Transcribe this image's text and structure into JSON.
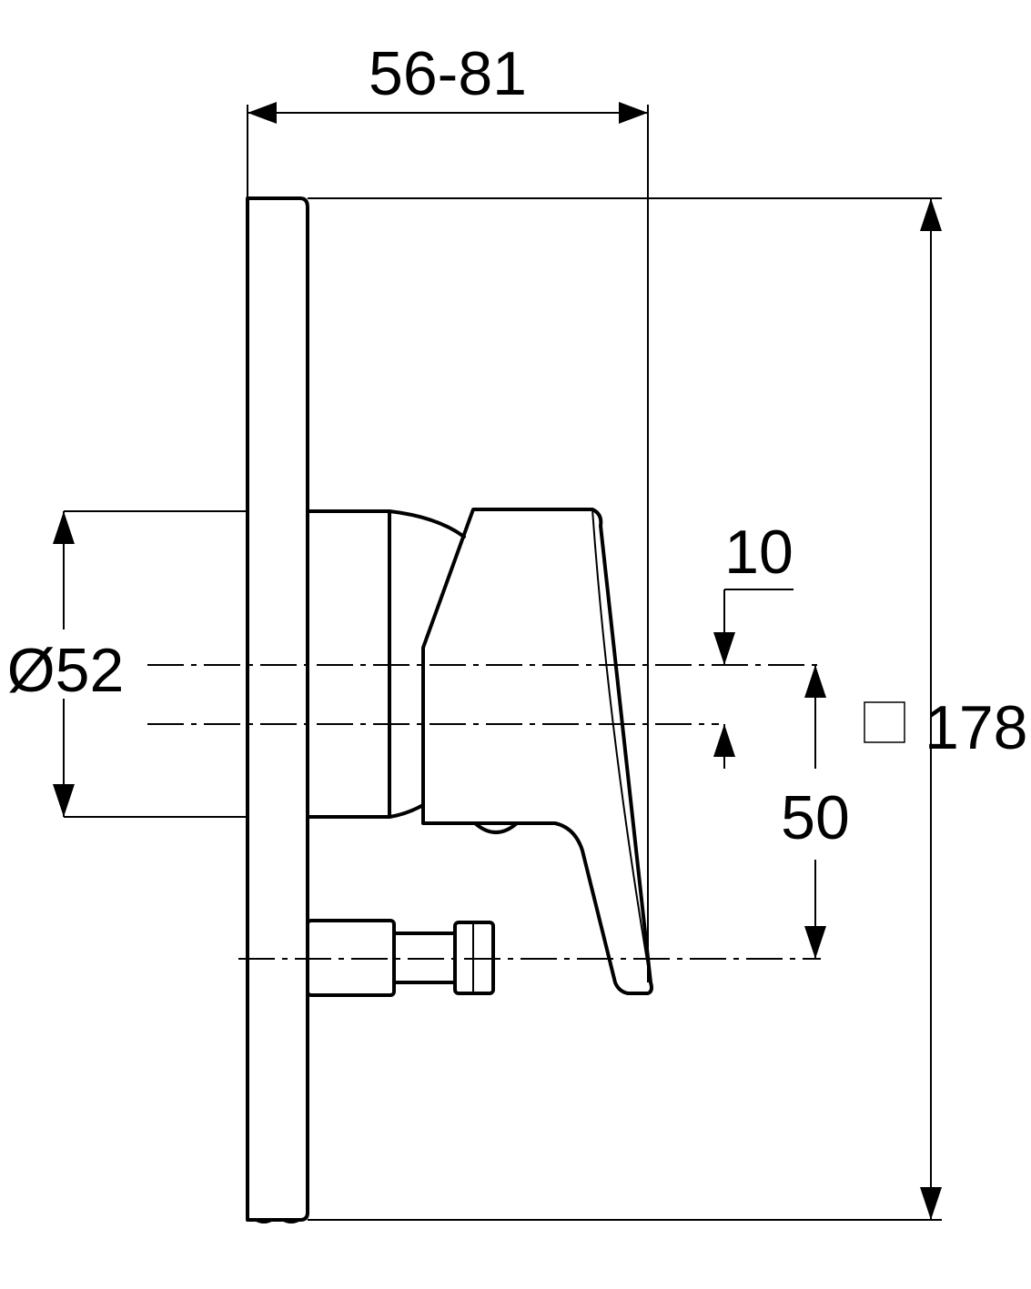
{
  "dimensions": {
    "depth": "56-81",
    "cover_size": "178",
    "cover_symbol": "square",
    "diameter": "Ø52",
    "offset": "10",
    "center_distance": "50"
  }
}
